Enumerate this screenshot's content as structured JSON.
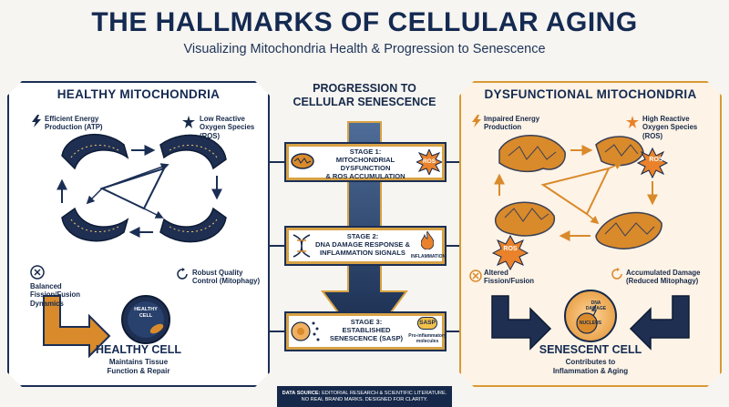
{
  "header": {
    "title": "THE HALLMARKS OF CELLULAR AGING",
    "subtitle": "Visualizing Mitochondria Health & Progression to Senescence"
  },
  "left_panel": {
    "title": "HEALTHY MITOCHONDRIA",
    "efficient_energy": [
      "Efficient Energy",
      "Production (ATP)"
    ],
    "low_ros": [
      "Low Reactive",
      "Oxygen Species",
      "(ROS)"
    ],
    "balanced": [
      "Balanced",
      "Fission/Fusion",
      "Dynamics"
    ],
    "robust": [
      "Robust Quality",
      "Control (Mitophagy)"
    ],
    "cell_label": [
      "HEALTHY",
      "CELL"
    ],
    "bottom_title": "HEALTHY CELL",
    "bottom_sub": [
      "Maintains Tissue",
      "Function & Repair"
    ]
  },
  "center": {
    "title": [
      "PROGRESSION TO",
      "CELLULAR SENESCENCE"
    ],
    "stage1": [
      "STAGE 1:",
      "MITOCHONDRIAL DYSFUNCTION",
      "& ROS ACCUMULATION"
    ],
    "stage1_badge": "ROS",
    "stage2": [
      "STAGE 2:",
      "DNA DAMAGE RESPONSE &",
      "INFLAMMATION SIGNALS"
    ],
    "stage2_badge": "INFLAMMATION",
    "stage3": [
      "STAGE 3:",
      "ESTABLISHED",
      "SENESCENCE (SASP)"
    ],
    "stage3_badge": "SASP",
    "stage3_sub": [
      "Pro-inflammatory",
      "molecules"
    ]
  },
  "right_panel": {
    "title": "DYSFUNCTIONAL MITOCHONDRIA",
    "impaired": [
      "Impaired Energy",
      "Production"
    ],
    "high_ros": [
      "High Reactive",
      "Oxygen Species",
      "(ROS)"
    ],
    "ros_tag": "ROS",
    "altered": [
      "Altered",
      "Fission/Fusion"
    ],
    "accumulated": [
      "Accumulated Damage",
      "(Reduced Mitophagy)"
    ],
    "dna_damage": [
      "DNA",
      "DAMAGE"
    ],
    "nucleus": "NUCLEUS",
    "bottom_title": "SENESCENT CELL",
    "bottom_sub": [
      "Contributes to",
      "Inflammation & Aging"
    ]
  },
  "footer": {
    "source_label": "DATA SOURCE:",
    "source_text": "EDITORIAL RESEARCH & SCIENTIFIC LITERATURE.",
    "note": "NO REAL BRAND MARKS. DESIGNED FOR CLARITY."
  },
  "colors": {
    "navy": "#16294a",
    "orange": "#d98a2b",
    "gold": "#d7a245",
    "ros_orange": "#e9822a"
  }
}
